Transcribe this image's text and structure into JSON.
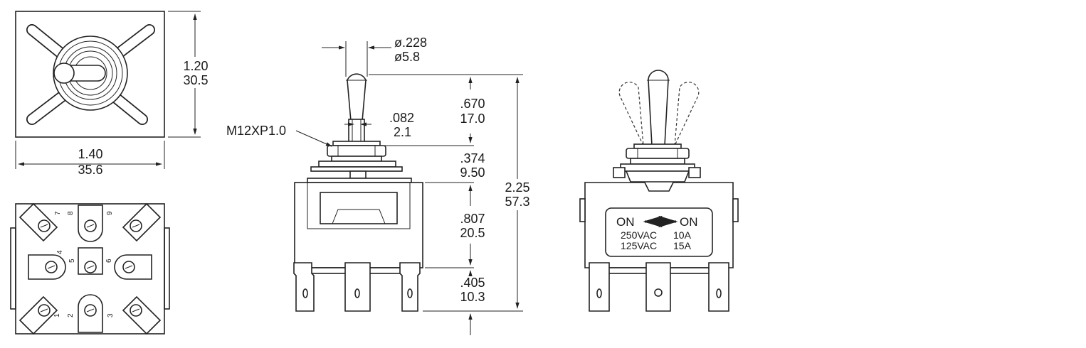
{
  "dimensions": {
    "top_height_in": "1.20",
    "top_height_mm": "30.5",
    "top_width_in": "1.40",
    "top_width_mm": "35.6",
    "toggle_dia_in": "ø.228",
    "toggle_dia_mm": "ø5.8",
    "thread": "M12XP1.0",
    "toggle_len_in": ".670",
    "toggle_len_mm": "17.0",
    "flat_in": ".082",
    "flat_mm": "2.1",
    "bushing_in": ".374",
    "bushing_mm": "9.50",
    "body_in": ".807",
    "body_mm": "20.5",
    "terminal_in": ".405",
    "terminal_mm": "10.3",
    "overall_in": "2.25",
    "overall_mm": "57.3"
  },
  "pins": [
    "1",
    "2",
    "3",
    "4",
    "5",
    "6",
    "7",
    "8",
    "9"
  ],
  "label_plate": {
    "left": "ON",
    "right": "ON",
    "rating_1_voltage": "250VAC",
    "rating_1_current": "10A",
    "rating_2_voltage": "125VAC",
    "rating_2_current": "15A"
  }
}
